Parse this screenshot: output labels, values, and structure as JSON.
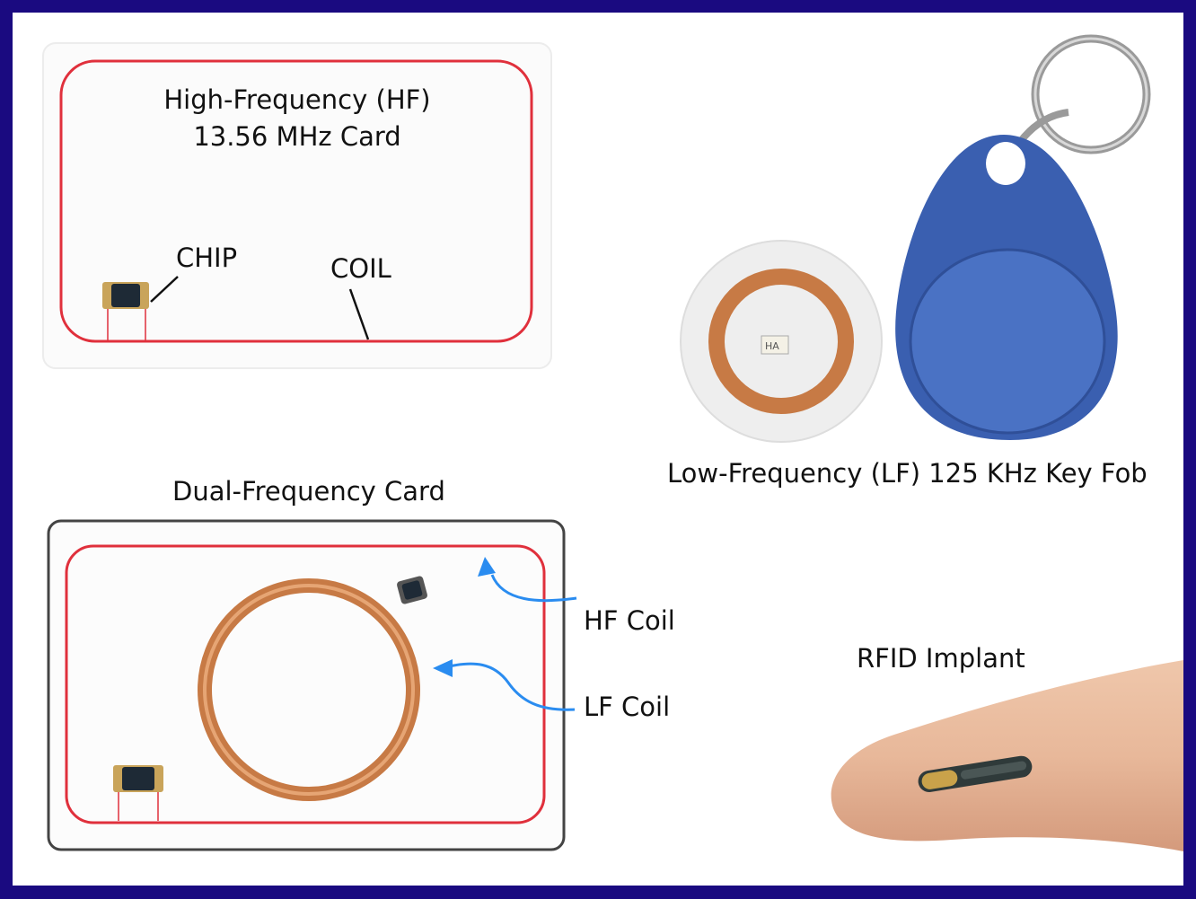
{
  "hf_card": {
    "title_line1": "High-Frequency (HF)",
    "title_line2": "13.56 MHz Card",
    "chip_label": "CHIP",
    "coil_label": "COIL"
  },
  "lf_fob": {
    "caption": "Low-Frequency (LF) 125 KHz Key Fob",
    "chip_marking": "HA"
  },
  "dual_card": {
    "title": "Dual-Frequency Card",
    "hf_coil_label": "HF Coil",
    "lf_coil_label": "LF Coil"
  },
  "implant": {
    "caption": "RFID Implant"
  },
  "colors": {
    "border": "#1a0a80",
    "hf_coil": "#e0303c",
    "lf_coil": "#c77a45",
    "arrow": "#2a8cf0",
    "fob": "#3a5fb0",
    "skin": "#e8b89a"
  }
}
